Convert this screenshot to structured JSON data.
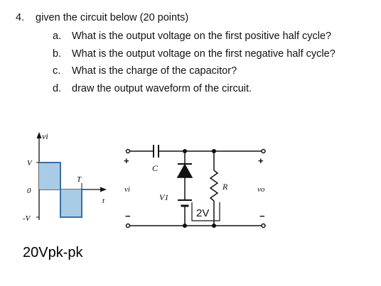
{
  "question": {
    "number": "4.",
    "title": "given the circuit below (20 points)",
    "items": [
      {
        "letter": "a.",
        "text": "What is the output voltage on the first positive half cycle?"
      },
      {
        "letter": "b.",
        "text": "What is the output voltage on the first negative half cycle?"
      },
      {
        "letter": "c.",
        "text": "What is the charge of the capacitor?"
      },
      {
        "letter": "d.",
        "text": "draw the output waveform of the circuit."
      }
    ]
  },
  "waveform": {
    "vi_axis_label": "vi",
    "v_high_label": "V",
    "zero_label": "0",
    "v_low_label": "-V",
    "period_label": "T",
    "time_label": "t",
    "amplitude_note": "20Vpk-pk",
    "fill_color": "#a9cce6",
    "stroke_color": "#3a6ea8"
  },
  "circuit": {
    "capacitor_label": "C",
    "input_label": "vi",
    "plus_left": "+",
    "minus_left": "−",
    "v1_label": "V1",
    "battery_label": "2V",
    "resistor_label": "R",
    "output_label": "vo",
    "plus_right": "+",
    "minus_right": "−"
  }
}
